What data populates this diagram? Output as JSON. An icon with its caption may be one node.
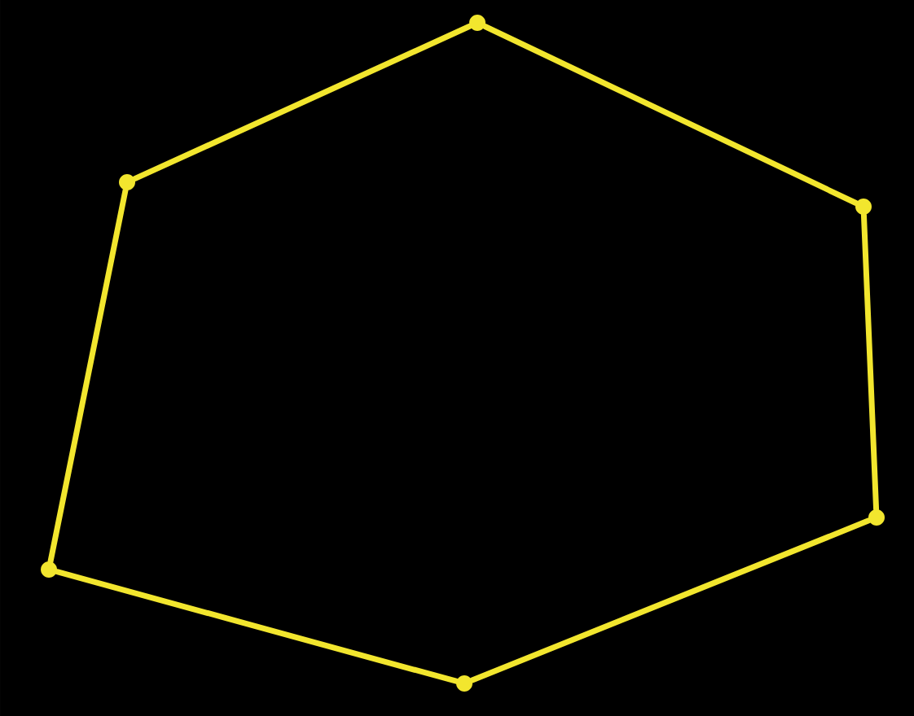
{
  "diagram": {
    "nodes": [
      {
        "text": [],
        "shape": "circle"
      },
      {
        "text": [],
        "shape": "circle"
      },
      {
        "text": [],
        "shape": "circle"
      },
      {
        "text": [],
        "shape": "circle"
      },
      {
        "text": [],
        "shape": "circle"
      },
      {
        "text": [],
        "shape": "circle"
      }
    ],
    "edges": [
      {
        "from": 0,
        "to": 1,
        "arrow": "none"
      },
      {
        "from": 0,
        "to": 2,
        "arrow": "none"
      },
      {
        "from": 2,
        "to": 3,
        "arrow": "none"
      },
      {
        "from": 3,
        "to": 5,
        "arrow": "none"
      },
      {
        "from": 5,
        "to": 4,
        "arrow": "none"
      },
      {
        "from": 4,
        "to": 1,
        "arrow": "none"
      }
    ]
  }
}
